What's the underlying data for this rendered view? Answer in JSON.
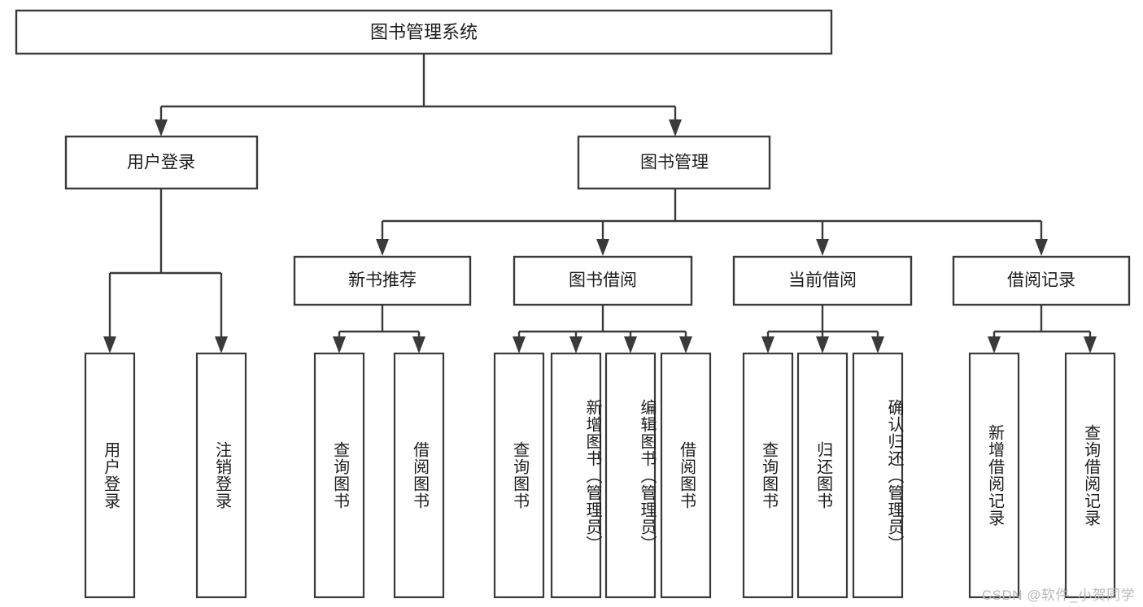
{
  "diagram": {
    "title": "图书管理系统",
    "watermark": "CSDN @软件_小贺同学",
    "colors": {
      "stroke": "#3a3a3a",
      "background": "#ffffff",
      "text": "#1c1c1c",
      "watermark": "#b8b8b8"
    },
    "levels": {
      "root": {
        "label": "图书管理系统"
      },
      "level2": [
        {
          "label": "用户登录"
        },
        {
          "label": "图书管理"
        }
      ],
      "level3": [
        {
          "label": "新书推荐"
        },
        {
          "label": "图书借阅"
        },
        {
          "label": "当前借阅"
        },
        {
          "label": "借阅记录"
        }
      ],
      "leaves": [
        {
          "label": "用户登录",
          "parent": "用户登录"
        },
        {
          "label": "注销登录",
          "parent": "用户登录"
        },
        {
          "label": "查询图书",
          "parent": "新书推荐"
        },
        {
          "label": "借阅图书",
          "parent": "新书推荐"
        },
        {
          "label": "查询图书",
          "parent": "图书借阅"
        },
        {
          "label": "新增图书（管理员）",
          "parent": "图书借阅"
        },
        {
          "label": "编辑图书（管理员）",
          "parent": "图书借阅"
        },
        {
          "label": "借阅图书",
          "parent": "图书借阅"
        },
        {
          "label": "查询图书",
          "parent": "当前借阅"
        },
        {
          "label": "归还图书",
          "parent": "当前借阅"
        },
        {
          "label": "确认归还（管理员）",
          "parent": "当前借阅"
        },
        {
          "label": "新增借阅记录",
          "parent": "借阅记录"
        },
        {
          "label": "查询借阅记录",
          "parent": "借阅记录"
        }
      ]
    }
  }
}
